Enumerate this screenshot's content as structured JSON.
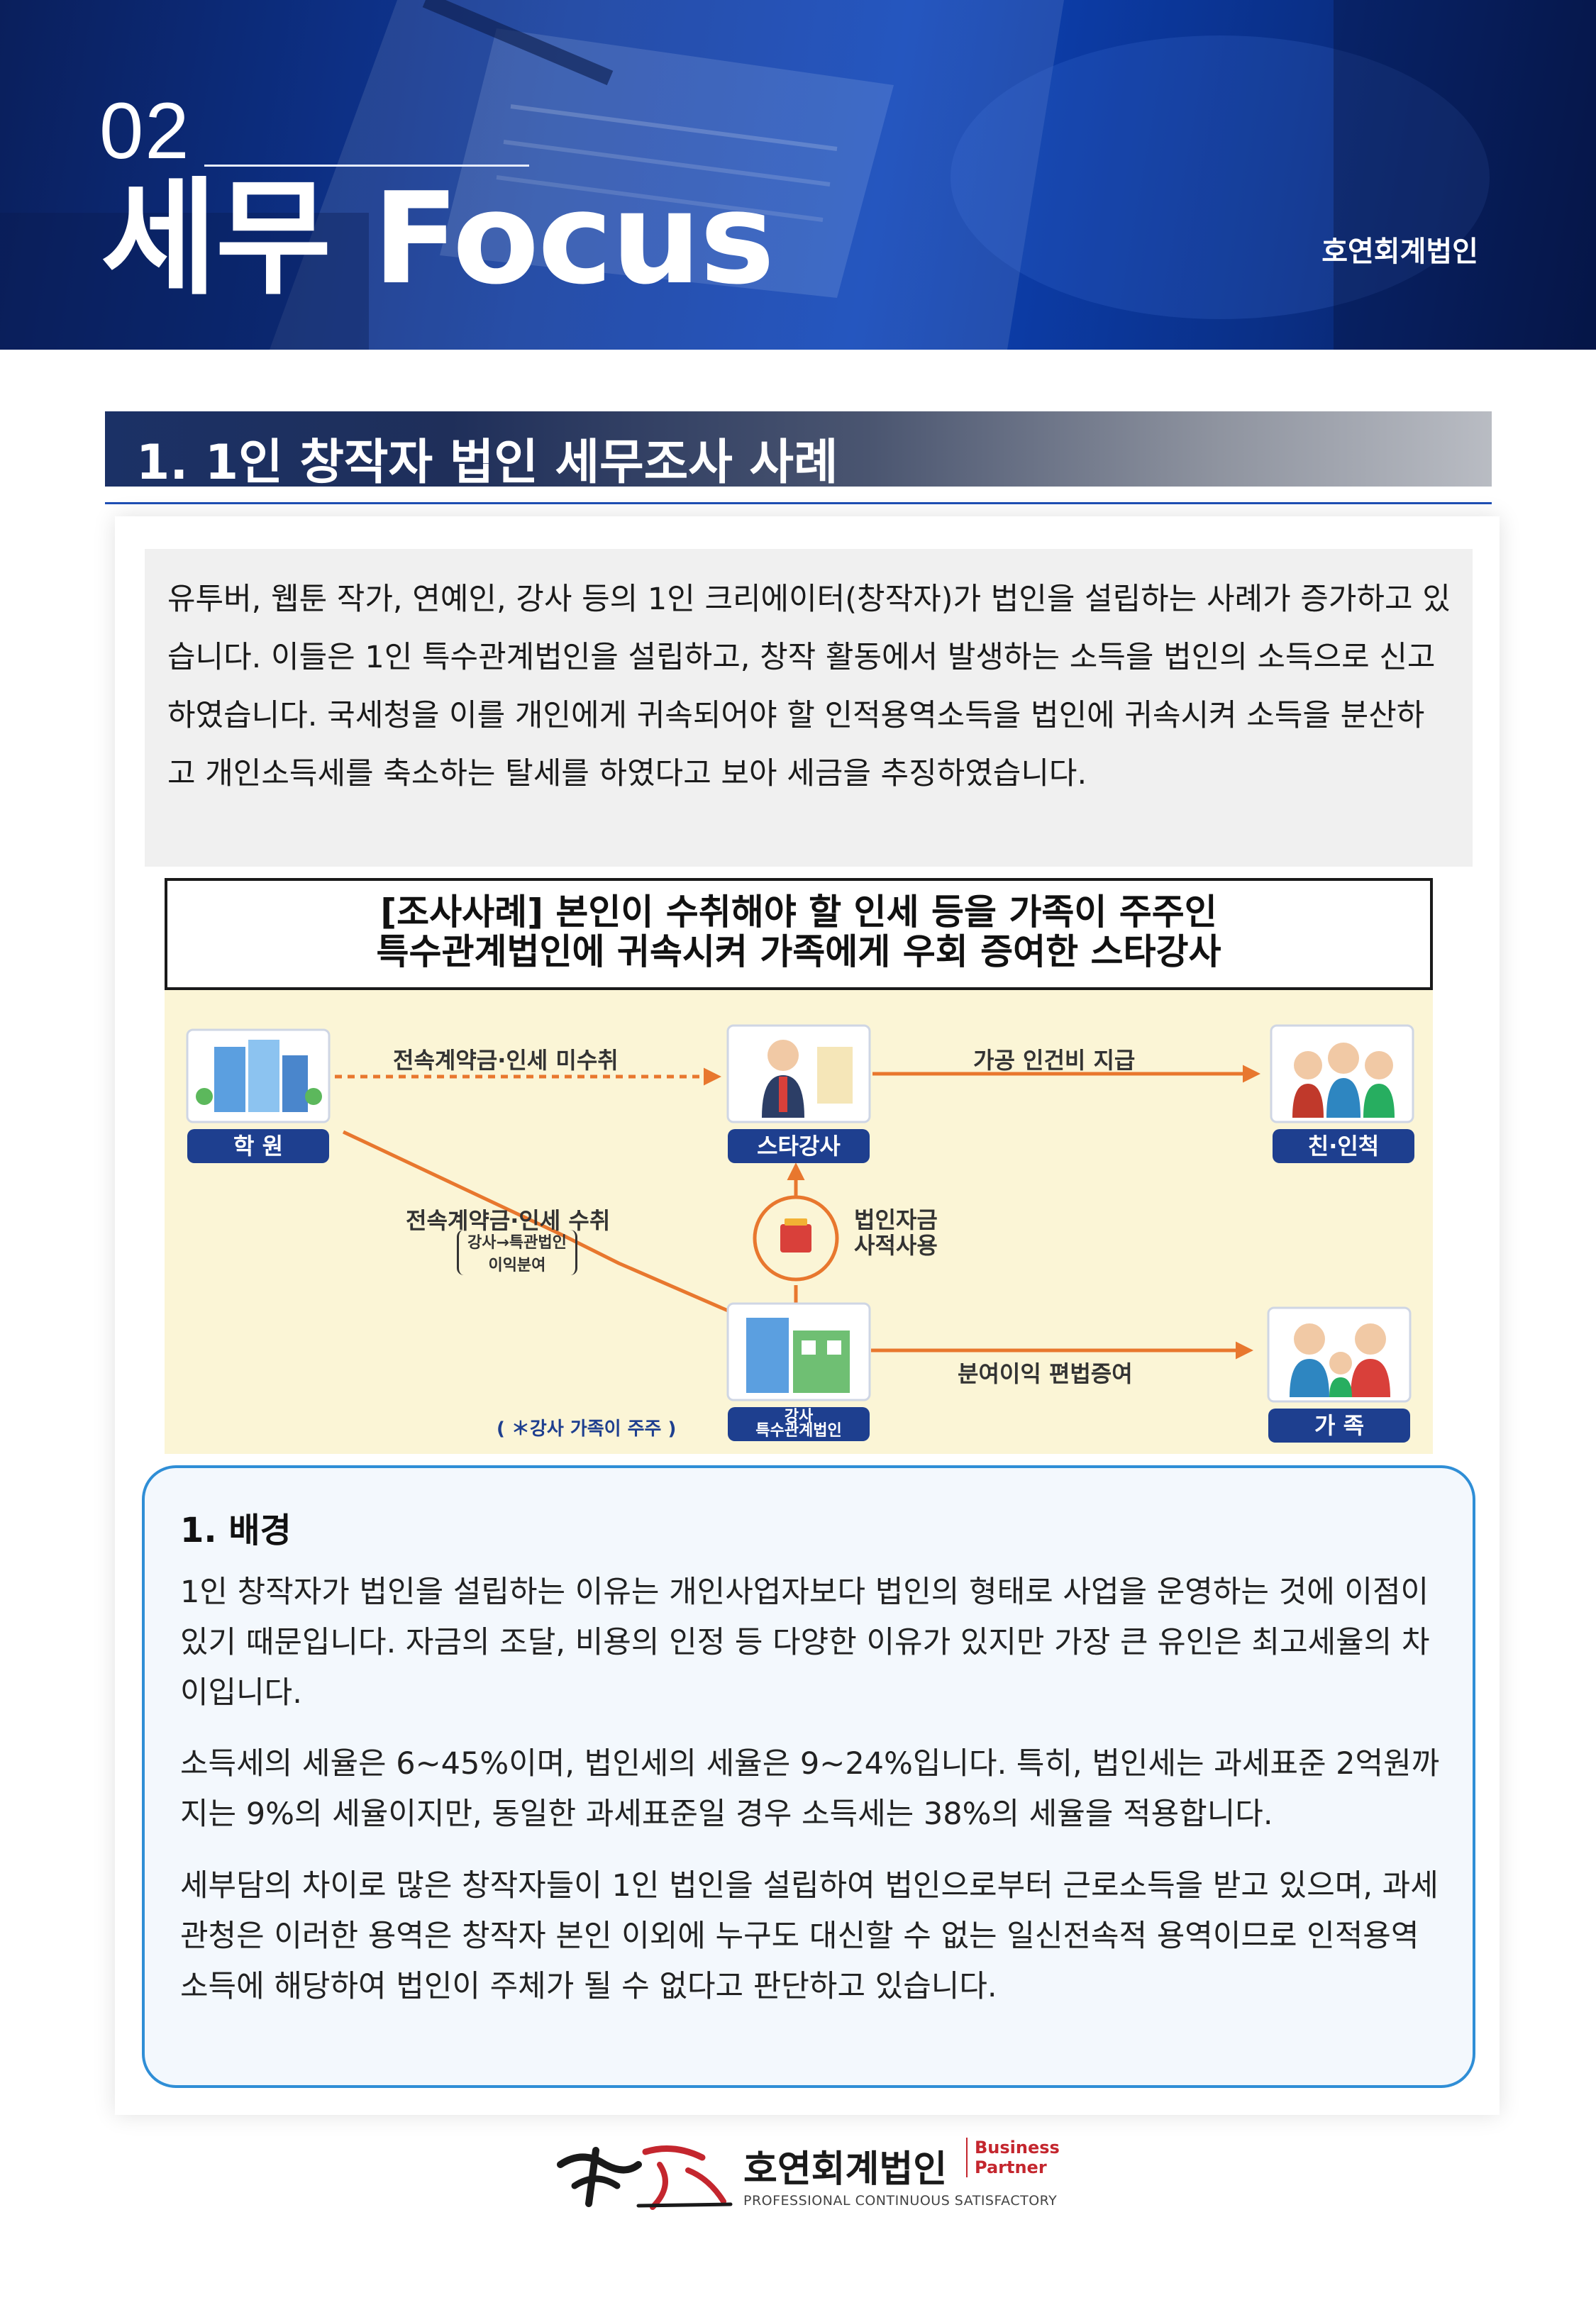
{
  "header": {
    "issue_number": "02",
    "title": "세무 Focus",
    "firm": "호연회계법인"
  },
  "section": {
    "title": "1. 1인 창작자 법인 세무조사 사례"
  },
  "intro": {
    "text": "유투버, 웹툰 작가, 연예인, 강사 등의 1인 크리에이터(창작자)가 법인을 설립하는 사례가 증가하고 있습니다. 이들은 1인 특수관계법인을 설립하고, 창작 활동에서 발생하는 소득을 법인의 소득으로 신고 하였습니다. 국세청을 이를 개인에게 귀속되어야 할 인적용역소득을 법인에 귀속시켜 소득을 분산하고 개인소득세를 축소하는 탈세를 하였다고 보아 세금을 추징하였습니다."
  },
  "case": {
    "line1": "[조사사례] 본인이 수취해야 할 인세 등을 가족이 주주인",
    "line2": "특수관계법인에 귀속시켜 가족에게 우회 증여한 스타강사"
  },
  "diagram": {
    "nodes": {
      "academy": "학  원",
      "star": "스타강사",
      "relatives": "친·인척",
      "corp_line1": "강사",
      "corp_line2": "특수관계법인",
      "family": "가  족"
    },
    "edges": {
      "unpaid": "전속계약금·인세 미수취",
      "fake_salary": "가공 인건비 지급",
      "paid": "전속계약금·인세 수취",
      "paid_sub1": "강사→특관법인",
      "paid_sub2": "이익분여",
      "private_use1": "법인자금",
      "private_use2": "사적사용",
      "gift": "분여이익  편법증여"
    },
    "note": "( ＊강사 가족이 주주 )"
  },
  "background": {
    "title": "1. 배경",
    "p1": "1인 창작자가 법인을 설립하는 이유는 개인사업자보다 법인의 형태로 사업을 운영하는 것에 이점이 있기 때문입니다. 자금의 조달, 비용의 인정 등 다양한 이유가 있지만 가장 큰 유인은 최고세율의 차이입니다.",
    "p2": "소득세의 세율은 6~45%이며, 법인세의 세율은 9~24%입니다. 특히, 법인세는 과세표준 2억원까지는 9%의 세율이지만, 동일한 과세표준일 경우 소득세는 38%의 세율을 적용합니다.",
    "p3": "세부담의 차이로 많은 창작자들이 1인 법인을 설립하여 법인으로부터 근로소득을 받고 있으며, 과세관청은 이러한 용역은 창작자 본인 이외에 누구도 대신할 수 없는 일신전속적 용역이므로 인적용역 소득에 해당하여 법인이 주체가 될 수 없다고 판단하고 있습니다."
  },
  "footer": {
    "firm": "호연회계법인",
    "badge_line1": "Business",
    "badge_line2": "Partner",
    "tagline": "PROFESSIONAL CONTINUOUS SATISFACTORY"
  },
  "colors": {
    "banner_blue": "#0d43b8",
    "node_navy": "#1e3f8f",
    "arrow_orange": "#e8772e",
    "box_border": "#2f8ed6",
    "badge_red": "#c4262e"
  }
}
